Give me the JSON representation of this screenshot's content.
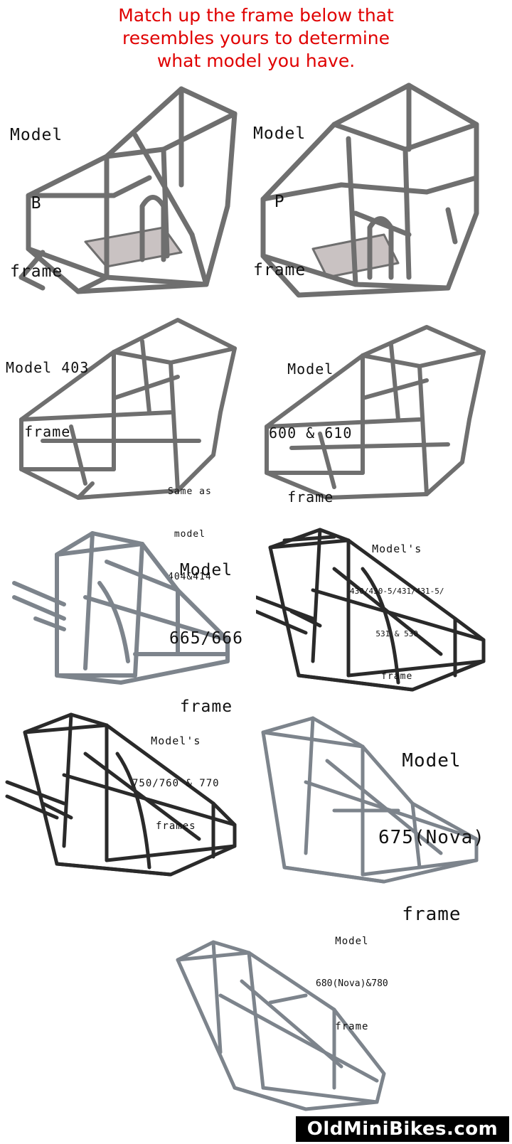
{
  "header": {
    "lines": [
      "Match up the frame below that",
      "resembles yours to determine",
      "what model you have."
    ],
    "color": "#e00000"
  },
  "frames": [
    {
      "id": "b",
      "lines": [
        "Model",
        "B",
        "frame"
      ]
    },
    {
      "id": "p",
      "lines": [
        "Model",
        "P",
        "frame"
      ]
    },
    {
      "id": "403",
      "lines": [
        "Model 403",
        "frame"
      ],
      "note": [
        "Same as",
        "model",
        "404&414"
      ]
    },
    {
      "id": "600",
      "lines": [
        "Model",
        "600 & 610",
        "frame"
      ]
    },
    {
      "id": "665",
      "lines": [
        "Model",
        "665/666",
        "frame"
      ]
    },
    {
      "id": "430",
      "lines": [
        "Model's",
        "430/430-5/431/431-5/",
        "531 & 530",
        "frame"
      ]
    },
    {
      "id": "750",
      "lines": [
        "Model's",
        "750/760 & 770",
        "frames"
      ]
    },
    {
      "id": "675",
      "lines": [
        "Model",
        "675(Nova)",
        "frame"
      ]
    },
    {
      "id": "680",
      "lines": [
        "Model",
        "680(Nova)&780",
        "frame"
      ]
    }
  ],
  "watermark": "OldMiniBikes.com"
}
